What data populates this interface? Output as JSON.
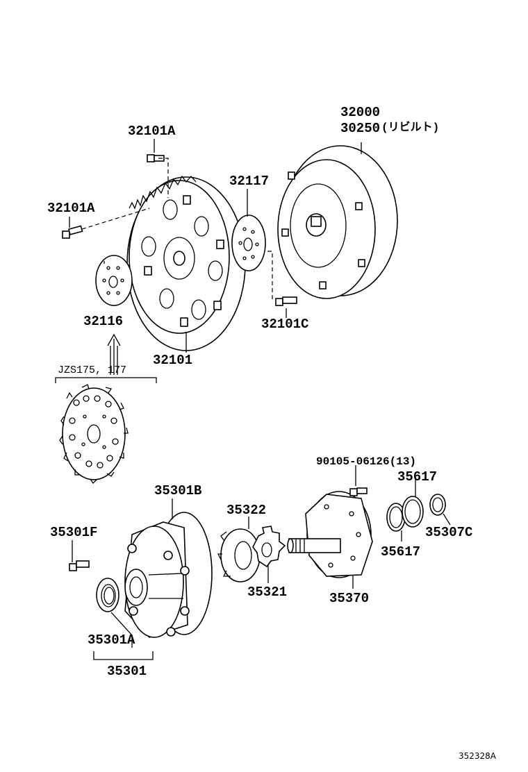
{
  "diagram_id": "352328A",
  "labels": {
    "p32000": "32000",
    "p30250": "30250",
    "p30250_note": "(リビルト)",
    "p32101A_top": "32101A",
    "p32101A_left": "32101A",
    "p32117": "32117",
    "p32116": "32116",
    "p32101": "32101",
    "p32101C": "32101C",
    "variant": "JZS175, 177",
    "p90105": "90105-06126(13)",
    "p35617_top": "35617",
    "p35617_bottom": "35617",
    "p35307C": "35307C",
    "p35301B": "35301B",
    "p35322": "35322",
    "p35301F": "35301F",
    "p35321": "35321",
    "p35370": "35370",
    "p35301A": "35301A",
    "p35301": "35301"
  }
}
